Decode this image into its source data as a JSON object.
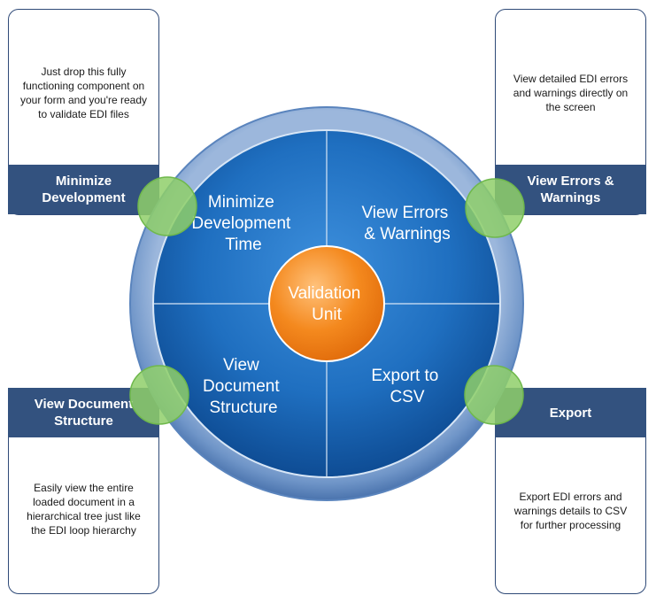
{
  "center": {
    "line1": "Validation",
    "line2": "Unit"
  },
  "quadrants": {
    "top_left": {
      "lines": [
        "Minimize",
        "Development",
        "Time"
      ]
    },
    "top_right": {
      "lines": [
        "View Errors",
        "& Warnings"
      ]
    },
    "bottom_left": {
      "lines": [
        "View",
        "Document",
        "Structure"
      ]
    },
    "bottom_right": {
      "lines": [
        "Export to",
        "CSV"
      ]
    }
  },
  "cards": {
    "top_left": {
      "title_lines": [
        "Minimize",
        "Development"
      ],
      "desc_lines": [
        "Just drop this fully",
        "functioning component on",
        "your form and you're ready",
        "to validate EDI files"
      ]
    },
    "top_right": {
      "title_lines": [
        "View Errors &",
        "Warnings"
      ],
      "desc_lines": [
        "View detailed EDI errors",
        "and warnings directly on",
        "the screen"
      ]
    },
    "bottom_left": {
      "title_lines": [
        "View Document",
        "Structure"
      ],
      "desc_lines": [
        "Easily view the entire",
        "loaded document in a",
        "hierarchical tree just like",
        "the EDI loop hierarchy"
      ]
    },
    "bottom_right": {
      "title_lines": [
        "Export"
      ],
      "desc_lines": [
        "Export EDI errors and",
        "warnings details to CSV",
        "for further processing"
      ]
    }
  },
  "colors": {
    "ring": "#6f95c8",
    "disc": "#1f6fc0",
    "center": "#f4891e",
    "band": "#33527f",
    "connector": "#8fcf6a"
  }
}
